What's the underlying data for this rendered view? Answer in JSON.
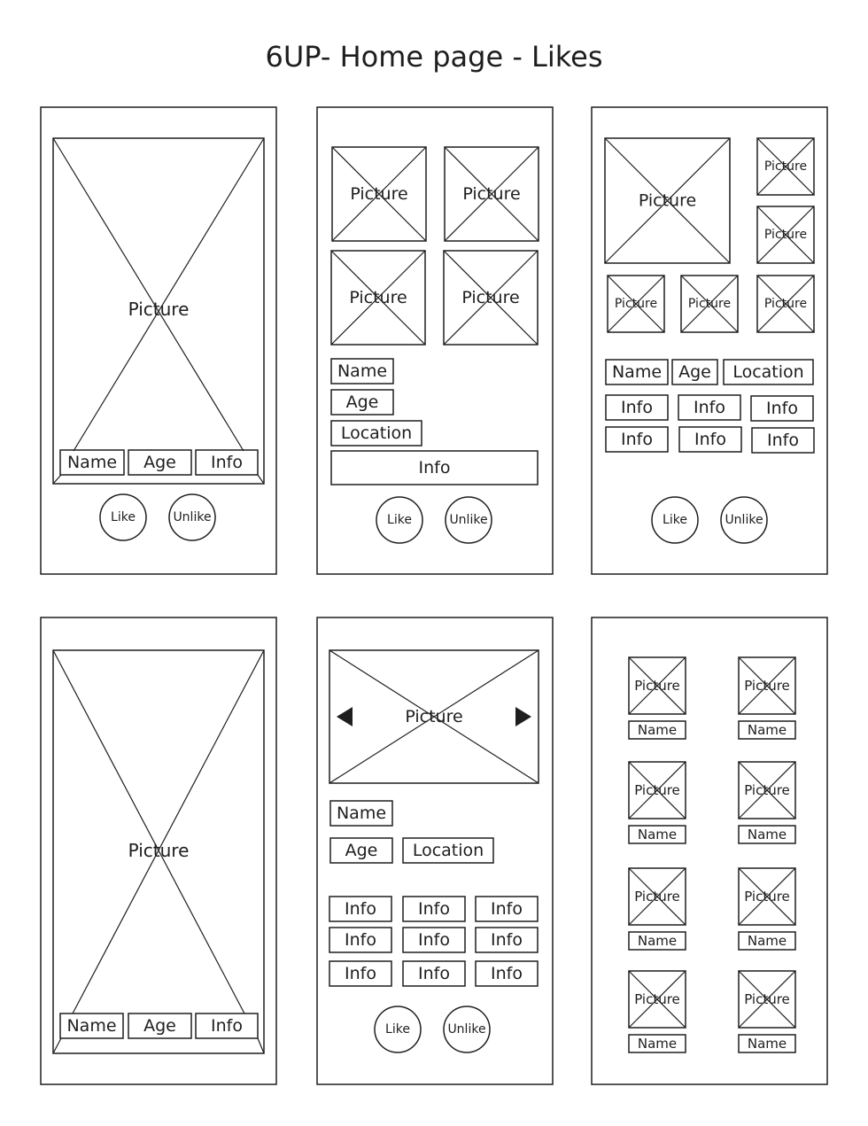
{
  "title": "6UP- Home page - Likes",
  "labels": {
    "picture": "Picture",
    "name": "Name",
    "age": "Age",
    "location": "Location",
    "info": "Info",
    "like": "Like",
    "unlike": "Unlike"
  },
  "colors": {
    "stroke": "#1e1e1e",
    "background": "#ffffff",
    "text": "#1e1e1e"
  },
  "icons": [
    "left-arrow-icon",
    "right-arrow-icon"
  ]
}
